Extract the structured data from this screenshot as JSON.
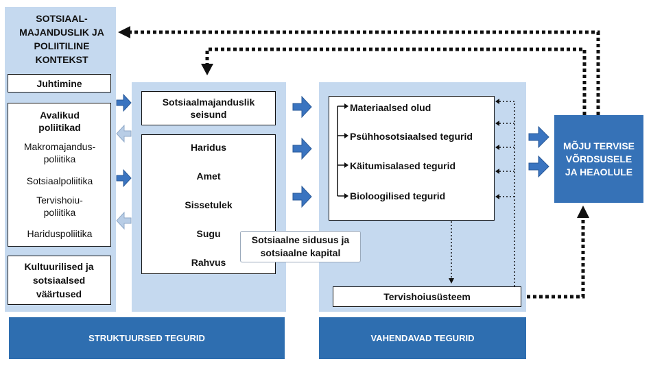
{
  "context": {
    "title": "SOTSIAAL-MAJANDUSLIK JA POLIITILINE KONTEKST",
    "governance": "Juhtimine",
    "public_policies": {
      "title": "Avalikud poliitikad",
      "items": [
        "Makromajandus-poliitika",
        "Sotsiaalpoliitika",
        "Tervishoiu-poliitika",
        "Hariduspoliitika"
      ]
    },
    "values": "Kultuurilised ja sotsiaalsed väärtused"
  },
  "structural": {
    "position": "Sotsiaalmajanduslik seisund",
    "items": [
      "Haridus",
      "Amet",
      "Sissetulek",
      "Sugu",
      "Rahvus"
    ]
  },
  "cohesion": "Sotsiaalne sidusus ja sotsiaalne kapital",
  "intermediary": {
    "items": [
      "Materiaalsed olud",
      "Psühhosotsiaalsed tegurid",
      "Käitumisalased tegurid",
      "Bioloogilised tegurid"
    ],
    "health_system": "Tervishoiusüsteem"
  },
  "impact": "MÕJU TERVISE VÕRDSUSELE JA HEAOLULE",
  "footers": {
    "structural": "STRUKTUURSED TEGURID",
    "intermediary": "VAHENDAVAD TEGURID"
  },
  "colors": {
    "panel": "#c5d9ef",
    "footer": "#2e6eb0",
    "arrow_dark": "#3a74c0",
    "arrow_light": "#b8cde6"
  }
}
